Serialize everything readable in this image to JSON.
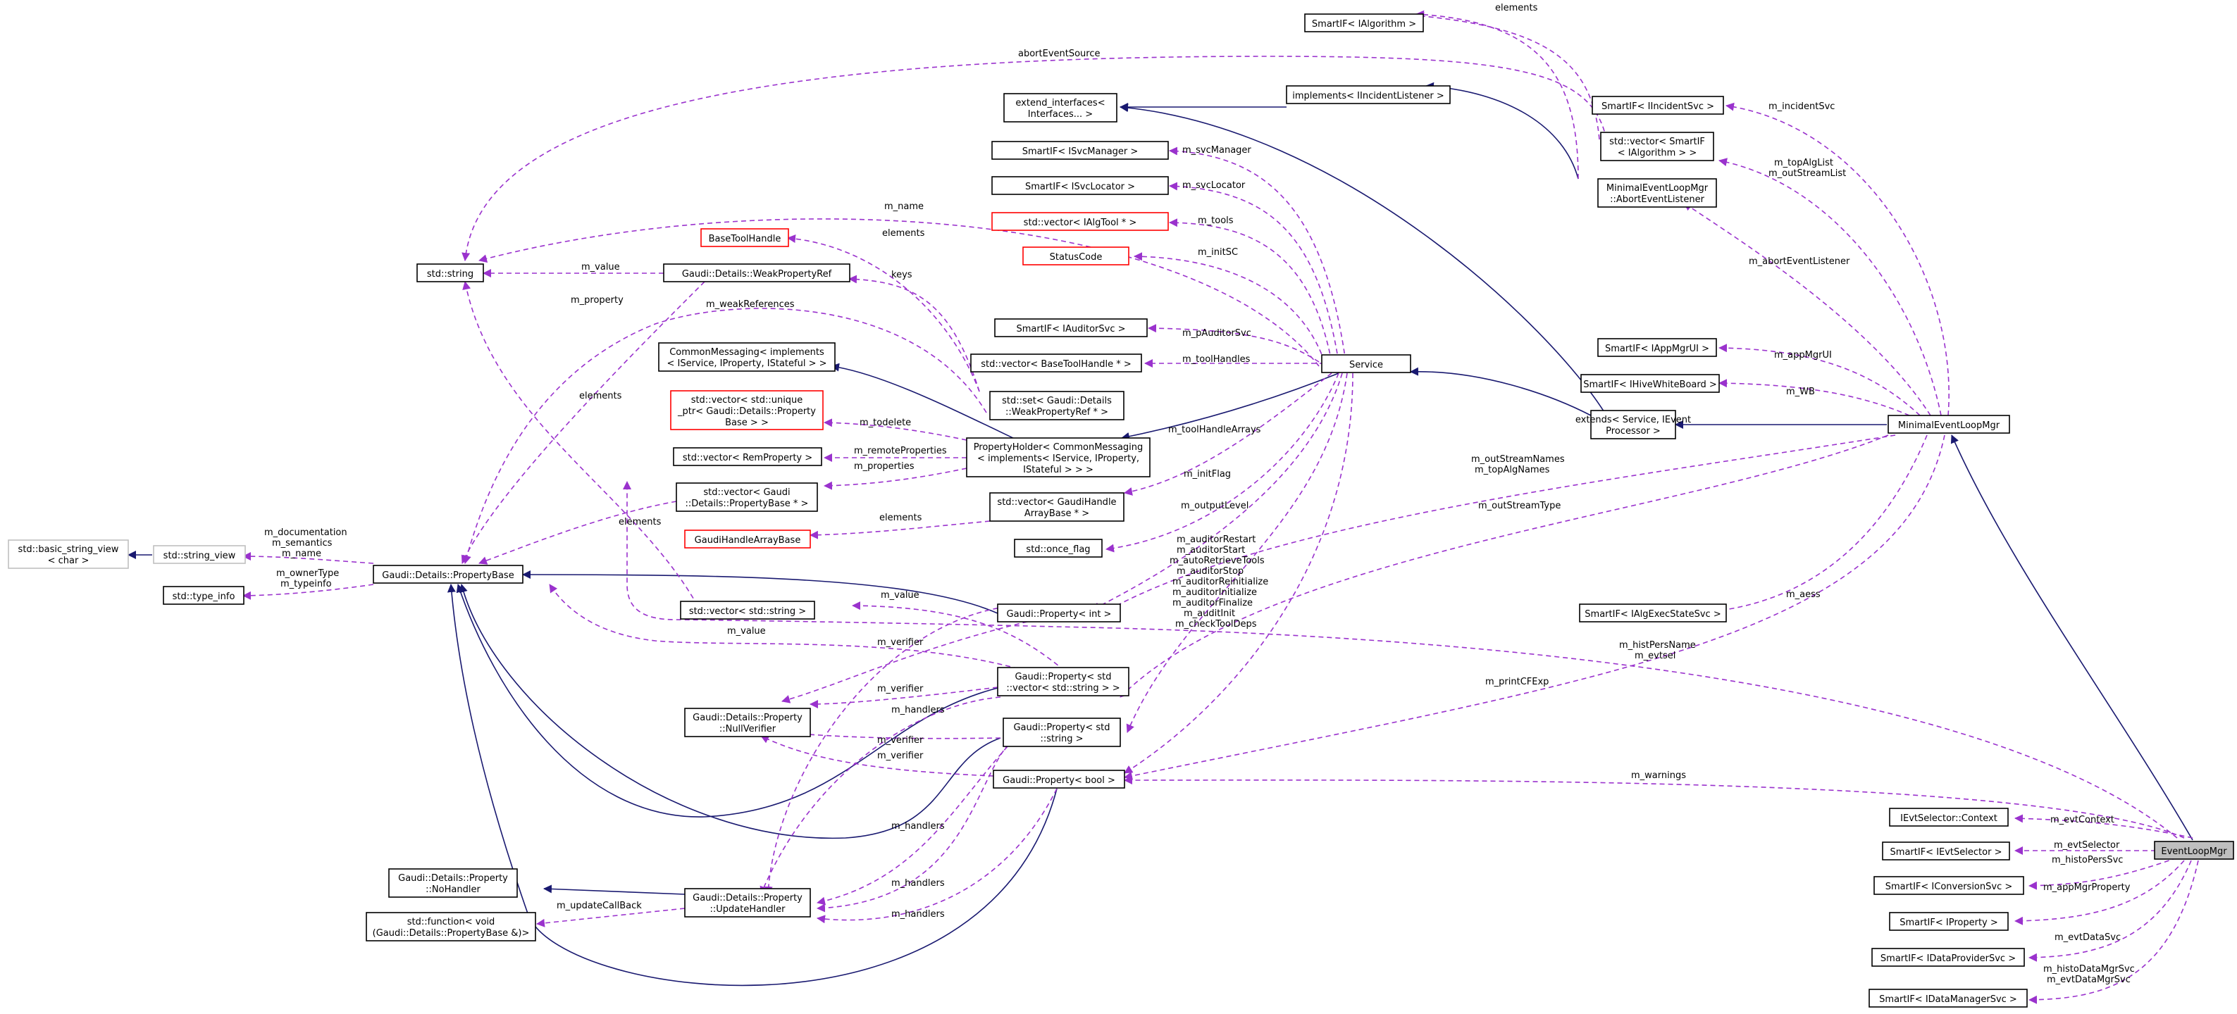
{
  "nodes": {
    "event_loop_mgr": "EventLoopMgr",
    "minimal_event_loop_mgr": "MinimalEventLoopMgr",
    "extends_service": [
      "extends< Service, IEvent",
      "Processor >"
    ],
    "service": "Service",
    "property_holder": [
      "PropertyHolder< CommonMessaging",
      "< implements< IService, IProperty,",
      "IStateful > > >"
    ],
    "common_messaging": [
      "CommonMessaging< implements",
      "< IService, IProperty, IStateful > >"
    ],
    "extend_interfaces": [
      "extend_interfaces<",
      "Interfaces... >"
    ],
    "implements_iincident": "implements< IIncidentListener >",
    "abort_event_listener": [
      "MinimalEventLoopMgr",
      "::AbortEventListener"
    ],
    "smartif_ialgorithm": "SmartIF< IAlgorithm >",
    "smartif_iincidentsvc": "SmartIF< IIncidentSvc >",
    "vector_smartif_ialgorithm": [
      "std::vector< SmartIF",
      "< IAlgorithm > >"
    ],
    "smartif_iappmgrui": "SmartIF< IAppMgrUI >",
    "smartif_ihivewhiteboard": "SmartIF< IHiveWhiteBoard >",
    "smartif_ialgexecstatesvc": "SmartIF< IAlgExecStateSvc >",
    "smartif_isvcmanager": "SmartIF< ISvcManager >",
    "smartif_isvclocator": "SmartIF< ISvcLocator >",
    "vector_ialgtool": "std::vector< IAlgTool * >",
    "status_code": "StatusCode",
    "smartif_iauditorsvc": "SmartIF< IAuditorSvc >",
    "vector_basetoolhandle": "std::vector< BaseToolHandle * >",
    "base_tool_handle": "BaseToolHandle",
    "std_string": "std::string",
    "weak_property_ref": "Gaudi::Details::WeakPropertyRef",
    "set_weak_property_ref": [
      "std::set< Gaudi::Details",
      "::WeakPropertyRef * >"
    ],
    "vector_unique_ptr": [
      "std::vector< std::unique",
      "_ptr< Gaudi::Details::Property",
      "Base > >"
    ],
    "vector_remproperty": "std::vector< RemProperty >",
    "vector_propertybase": [
      "std::vector< Gaudi",
      "::Details::PropertyBase * >"
    ],
    "vector_gaudihandlearraybase": [
      "std::vector< GaudiHandle",
      "ArrayBase * >"
    ],
    "gaudi_handle_array_base": "GaudiHandleArrayBase",
    "std_once_flag": "std::once_flag",
    "basic_string_view": [
      "std::basic_string_view",
      "< char >"
    ],
    "string_view": "std::string_view",
    "property_base": "Gaudi::Details::PropertyBase",
    "type_info": "std::type_info",
    "vector_std_string": "std::vector< std::string >",
    "property_int": "Gaudi::Property< int >",
    "property_vector_string": [
      "Gaudi::Property< std",
      "::vector< std::string > >"
    ],
    "property_string": [
      "Gaudi::Property< std",
      "::string >"
    ],
    "property_bool": "Gaudi::Property< bool >",
    "null_verifier": [
      "Gaudi::Details::Property",
      "::NullVerifier"
    ],
    "no_handler": [
      "Gaudi::Details::Property",
      "::NoHandler"
    ],
    "update_handler": [
      "Gaudi::Details::Property",
      "::UpdateHandler"
    ],
    "std_function": [
      "std::function< void",
      "(Gaudi::Details::PropertyBase &)>"
    ],
    "ievtselector_context": "IEvtSelector::Context",
    "smartif_ievtselector": "SmartIF< IEvtSelector >",
    "smartif_iconversionsvc": "SmartIF< IConversionSvc >",
    "smartif_iproperty": "SmartIF< IProperty >",
    "smartif_idataprovidersvc": "SmartIF< IDataProviderSvc >",
    "smartif_idatamanagersvc": "SmartIF< IDataManagerSvc >"
  },
  "edge_labels": {
    "m_evtContext": "m_evtContext",
    "m_evtSelector": "m_evtSelector",
    "m_histoPersSvc": "m_histoPersSvc",
    "m_appMgrProperty": "m_appMgrProperty",
    "m_evtDataSvc": "m_evtDataSvc",
    "m_histoDataMgrSvc": [
      "m_histoDataMgrSvc",
      "m_evtDataMgrSvc"
    ],
    "m_warnings": "m_warnings",
    "m_histPersName": [
      "m_histPersName",
      "m_evtsel"
    ],
    "m_printCFExp": "m_printCFExp",
    "m_incidentSvc": "m_incidentSvc",
    "m_topAlgList": [
      "m_topAlgList",
      "m_outStreamList"
    ],
    "m_abortEventListener": "m_abortEventListener",
    "m_appMgrUI": "m_appMgrUI",
    "m_WB": "m_WB",
    "m_aess": "m_aess",
    "m_outStreamNames": [
      "m_outStreamNames",
      "m_topAlgNames"
    ],
    "m_outStreamType": "m_outStreamType",
    "elements_algo": "elements",
    "abortEventSource": "abortEventSource",
    "m_svcManager": "m_svcManager",
    "m_svcLocator": "m_svcLocator",
    "m_tools": "m_tools",
    "m_initSC": "m_initSC",
    "m_pAuditorSvc": "m_pAuditorSvc",
    "m_toolHandles": "m_toolHandles",
    "m_toolHandleArrays": "m_toolHandleArrays",
    "m_initFlag": "m_initFlag",
    "m_outputLevel": "m_outputLevel",
    "m_auditors": [
      "m_auditorRestart",
      "m_auditorStart",
      "m_autoRetrieveTools",
      "m_auditorStop",
      "m_auditorReinitialize",
      "m_auditorInitialize",
      "m_auditorFinalize",
      "m_auditInit",
      "m_checkToolDeps"
    ],
    "m_name": "m_name",
    "elements_bth": "elements",
    "keys": "keys",
    "m_value_wpr": "m_value",
    "m_property": "m_property",
    "m_weakReferences": "m_weakReferences",
    "elements_string": "elements",
    "m_todelete": "m_todelete",
    "m_remoteProperties": "m_remoteProperties",
    "m_properties": "m_properties",
    "elements_pb": "elements",
    "elements_gha": "elements",
    "m_documentation": [
      "m_documentation",
      "m_semantics",
      "m_name"
    ],
    "m_ownerType": [
      "m_ownerType",
      "m_typeinfo"
    ],
    "m_value_vs": "m_value",
    "m_value_vsv": "m_value",
    "m_verifier_1": "m_verifier",
    "m_verifier_2": "m_verifier",
    "m_handlers_1": "m_handlers",
    "m_verifier_3": "m_verifier",
    "m_verifier_4": "m_verifier",
    "m_handlers_2": "m_handlers",
    "m_handlers_3": "m_handlers",
    "m_handlers_4": "m_handlers",
    "m_updateCallBack": "m_updateCallBack"
  },
  "colors": {
    "inheritance_edge": "#191970",
    "usage_edge": "#9a32cd",
    "missing_node_border": "#ff0000",
    "external_node_border": "#bfbfbf",
    "highlight_fill": "#bfbfbf"
  }
}
